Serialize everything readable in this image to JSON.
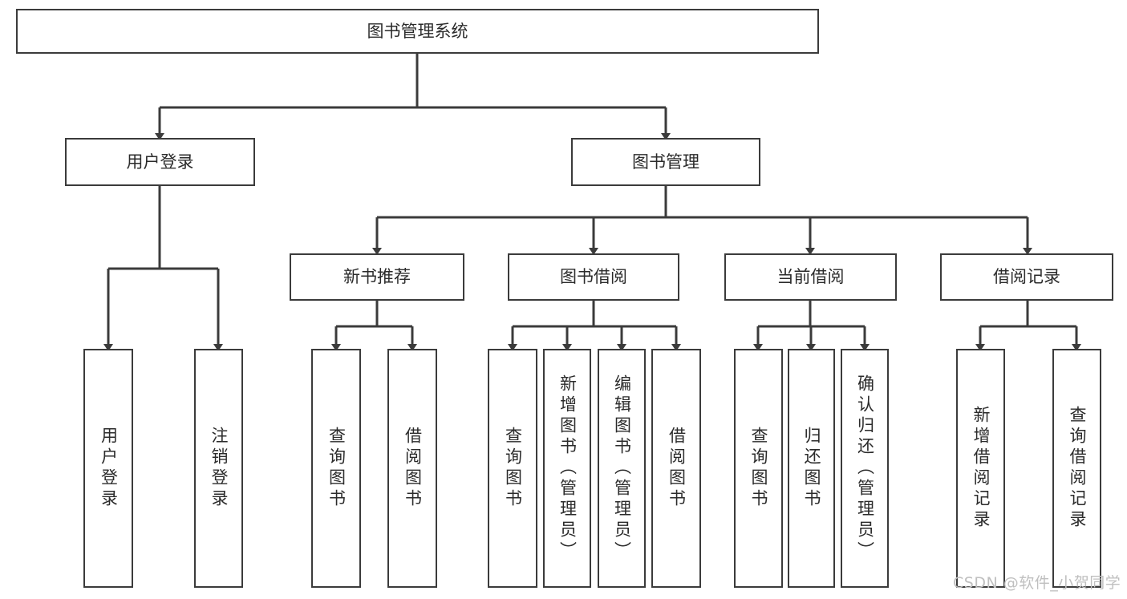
{
  "diagram": {
    "title": "图书管理系统",
    "type": "tree-hierarchy",
    "root": {
      "label": "图书管理系统"
    },
    "level2": [
      {
        "label": "用户登录"
      },
      {
        "label": "图书管理"
      }
    ],
    "level3": [
      {
        "label": "新书推荐"
      },
      {
        "label": "图书借阅"
      },
      {
        "label": "当前借阅"
      },
      {
        "label": "借阅记录"
      }
    ],
    "leaves": {
      "user_login": [
        {
          "label": "用户登录"
        },
        {
          "label": "注销登录"
        }
      ],
      "new_book_recommend": [
        {
          "label": "查询图书"
        },
        {
          "label": "借阅图书"
        }
      ],
      "book_borrow": [
        {
          "label": "查询图书"
        },
        {
          "label": "新增图书（管理员）"
        },
        {
          "label": "编辑图书（管理员）"
        },
        {
          "label": "借阅图书"
        }
      ],
      "current_borrow": [
        {
          "label": "查询图书"
        },
        {
          "label": "归还图书"
        },
        {
          "label": "确认归还（管理员）"
        }
      ],
      "borrow_record": [
        {
          "label": "新增借阅记录"
        },
        {
          "label": "查询借阅记录"
        }
      ]
    }
  },
  "watermark": {
    "text": "CSDN @软件_小贺同学"
  },
  "colors": {
    "stroke": "#3b3b3b",
    "text": "#2b2b2b",
    "background": "#ffffff",
    "watermark": "#bfbfbf"
  }
}
